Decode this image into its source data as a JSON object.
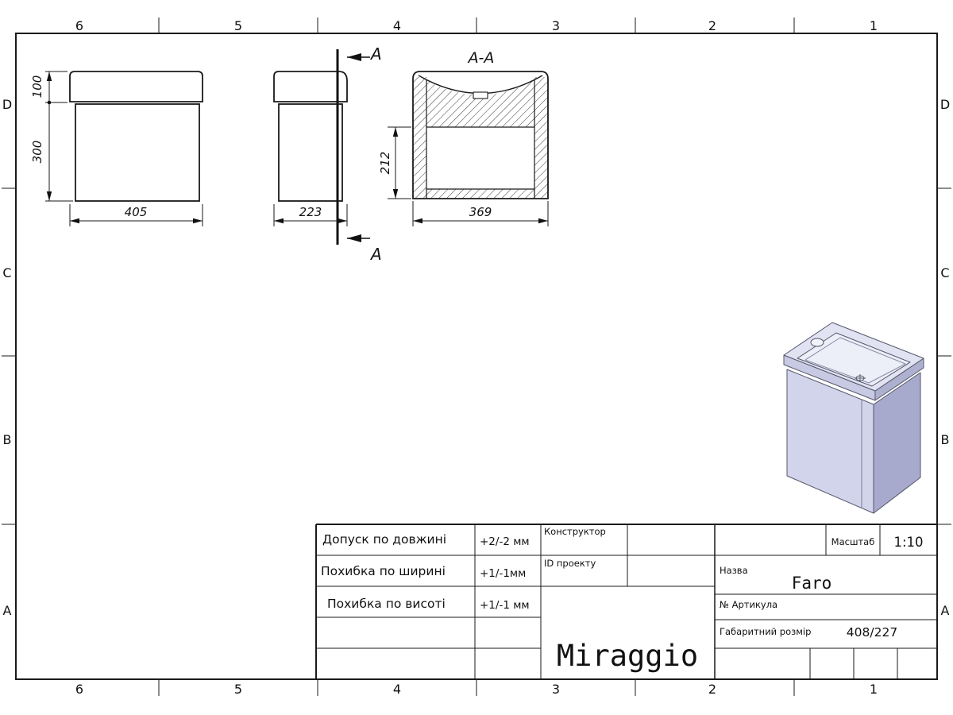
{
  "sheet": {
    "zones_top": [
      "6",
      "5",
      "4",
      "3",
      "2",
      "1"
    ],
    "zones_bottom": [
      "6",
      "5",
      "4",
      "3",
      "2",
      "1"
    ],
    "zones_left": [
      "D",
      "C",
      "B",
      "A"
    ],
    "zones_right": [
      "D",
      "C",
      "B",
      "A"
    ]
  },
  "views": {
    "front": {
      "dim_height_top": "100",
      "dim_height_bottom": "300",
      "dim_width": "405"
    },
    "side": {
      "dim_depth": "223",
      "cut_label_top": "A",
      "cut_label_bottom": "A"
    },
    "section": {
      "title": "A-A",
      "dim_inner_height": "212",
      "dim_width": "369"
    }
  },
  "isometric": {
    "top_fill": "#e2e3f2",
    "front_fill": "#d2d4eb",
    "side_fill": "#a8aacd",
    "edge_front_fill": "#c8cae4",
    "edge_side_fill": "#aeb0d0",
    "basin_fill": "#eceef8"
  },
  "title_block": {
    "tolerances": [
      {
        "label": "Допуск по довжині",
        "value": "+2/-2 мм"
      },
      {
        "label": "Похибка по ширині",
        "value": "+1/-1мм"
      },
      {
        "label": "Похибка по висоті",
        "value": "+1/-1 мм"
      }
    ],
    "designer_label": "Конструктор",
    "project_id_label": "ID проекту",
    "brand": "Miraggio",
    "scale_label": "Масштаб",
    "scale_value": "1:10",
    "name_label": "Назва",
    "name_value": "Faro",
    "article_label": "№  Артикула",
    "size_label": "Габаритний розмір",
    "size_value": "408/227"
  }
}
